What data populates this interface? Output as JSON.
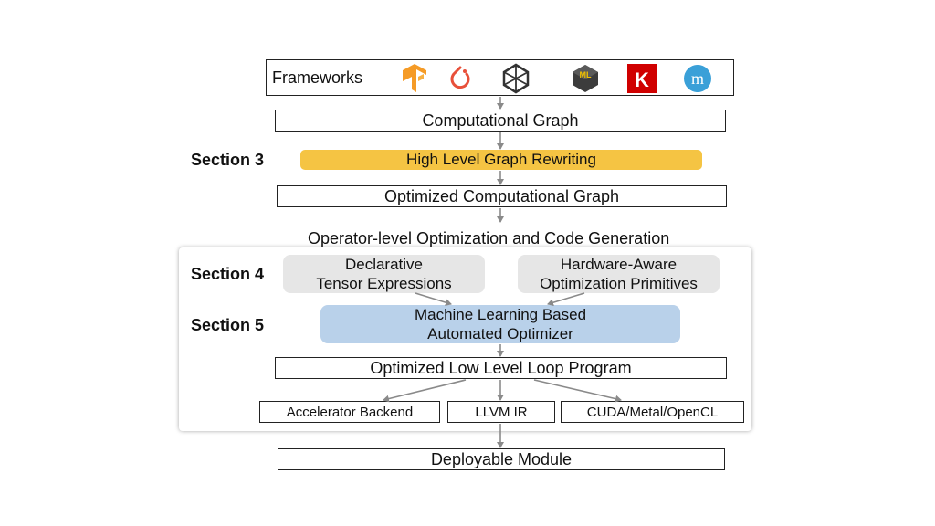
{
  "frameworks": {
    "label": "Frameworks",
    "logos": [
      {
        "icon": "tensorflow-icon",
        "color": "#f59b26"
      },
      {
        "icon": "pytorch-icon",
        "color": "#e8503a"
      },
      {
        "icon": "mxnet-icon",
        "color": "#333333"
      },
      {
        "icon": "coreml-icon",
        "color": "#3c3c3c"
      },
      {
        "icon": "keras-icon",
        "color": "#d00000",
        "text": "K"
      },
      {
        "icon": "chainer-icon",
        "color": "#3aa0d8",
        "text": "m"
      }
    ]
  },
  "nodes": {
    "computational_graph": "Computational Graph",
    "graph_rewriting": "High Level Graph Rewriting",
    "optimized_graph": "Optimized Computational Graph",
    "operator_heading": "Operator-level Optimization and Code Generation",
    "declarative_line1": "Declarative",
    "declarative_line2": "Tensor Expressions",
    "hardware_line1": "Hardware-Aware",
    "hardware_line2": "Optimization Primitives",
    "ml_line1": "Machine Learning Based",
    "ml_line2": "Automated Optimizer",
    "loop_program": "Optimized Low Level Loop Program",
    "accelerator_backend": "Accelerator Backend",
    "llvm_ir": "LLVM IR",
    "cuda": "CUDA/Metal/OpenCL",
    "deployable": "Deployable Module"
  },
  "sections": {
    "s3": "Section 3",
    "s4": "Section 4",
    "s5": "Section 5"
  },
  "colors": {
    "rewriting": "#f5c443",
    "primitive_boxes": "#e6e6e6",
    "optimizer_box": "#b9d1ea",
    "arrows": "#8a8a8a"
  }
}
